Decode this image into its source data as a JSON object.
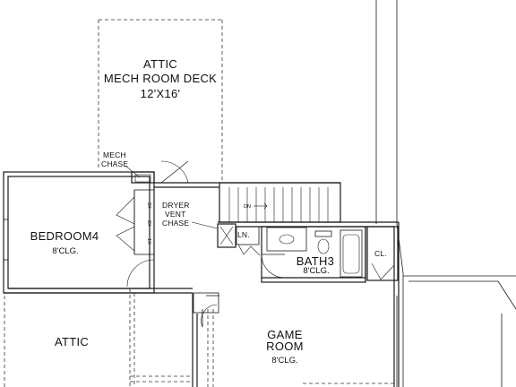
{
  "rooms": {
    "attic_deck": {
      "line1": "ATTIC",
      "line2": "MECH ROOM DECK",
      "size": "12'X16'"
    },
    "mech_chase": {
      "line1": "MECH",
      "line2": "CHASE"
    },
    "bedroom4": {
      "name": "BEDROOM4",
      "ceiling": "8'CLG."
    },
    "dryer_vent_chase": {
      "line1": "DRYER",
      "line2": "VENT",
      "line3": "CHASE"
    },
    "linen": {
      "name": "LN."
    },
    "bath3": {
      "name": "BATH3",
      "ceiling": "8'CLG."
    },
    "closet": {
      "name": "CL."
    },
    "attic": {
      "name": "ATTIC"
    },
    "game_room": {
      "line1": "GAME",
      "line2": "ROOM",
      "ceiling": "8'CLG."
    }
  },
  "stairs": {
    "direction": "DN"
  },
  "closet_shelves": [
    "2X",
    "2X",
    "1X"
  ]
}
